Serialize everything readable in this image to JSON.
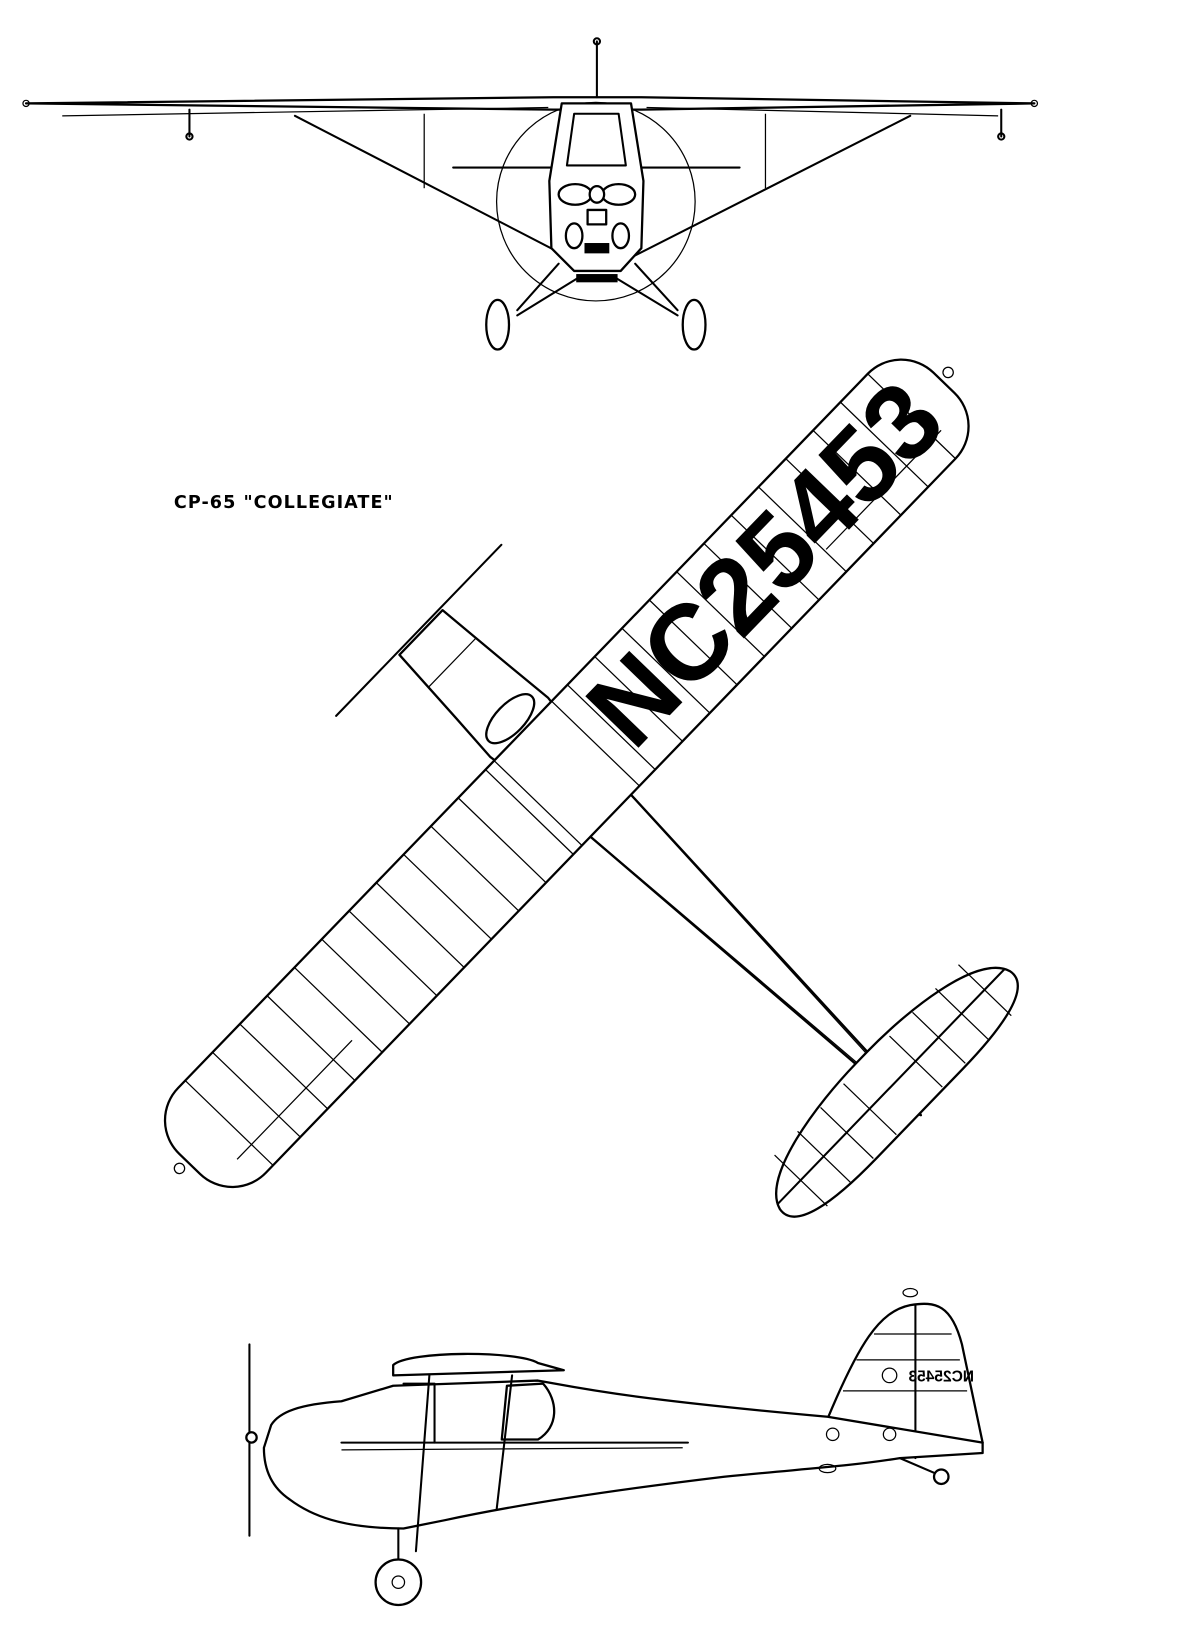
{
  "title": "CP-65 \"COLLEGIATE\"",
  "registration": "NC25453",
  "views": [
    "front-view",
    "top-view",
    "side-view"
  ]
}
